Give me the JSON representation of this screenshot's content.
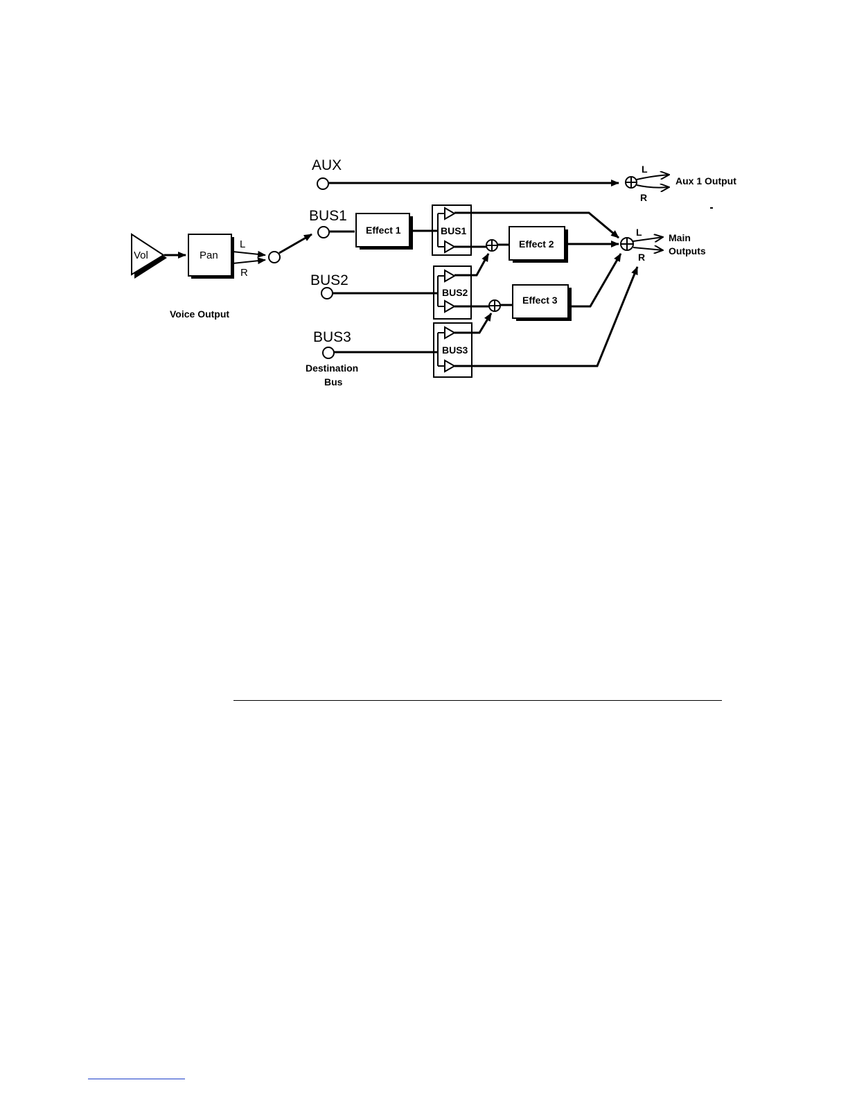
{
  "diagram": {
    "aux_label": "AUX",
    "bus1_label": "BUS1",
    "bus2_label": "BUS2",
    "bus3_label": "BUS3",
    "vol_label": "Vol",
    "pan_label": "Pan",
    "pan_left": "L",
    "pan_right": "R",
    "voice_output": "Voice Output",
    "destination_bus_line1": "Destination",
    "destination_bus_line2": "Bus",
    "effect1": "Effect 1",
    "effect2": "Effect 2",
    "effect3": "Effect 3",
    "sub_bus1": "BUS1",
    "sub_bus2": "BUS2",
    "sub_bus3": "BUS3",
    "aux_out_left": "L",
    "aux_out_right": "R",
    "aux_output": "Aux 1 Output",
    "main_out_left": "L",
    "main_out_right": "R",
    "main_outputs_line1": "Main",
    "main_outputs_line2": "Outputs"
  }
}
